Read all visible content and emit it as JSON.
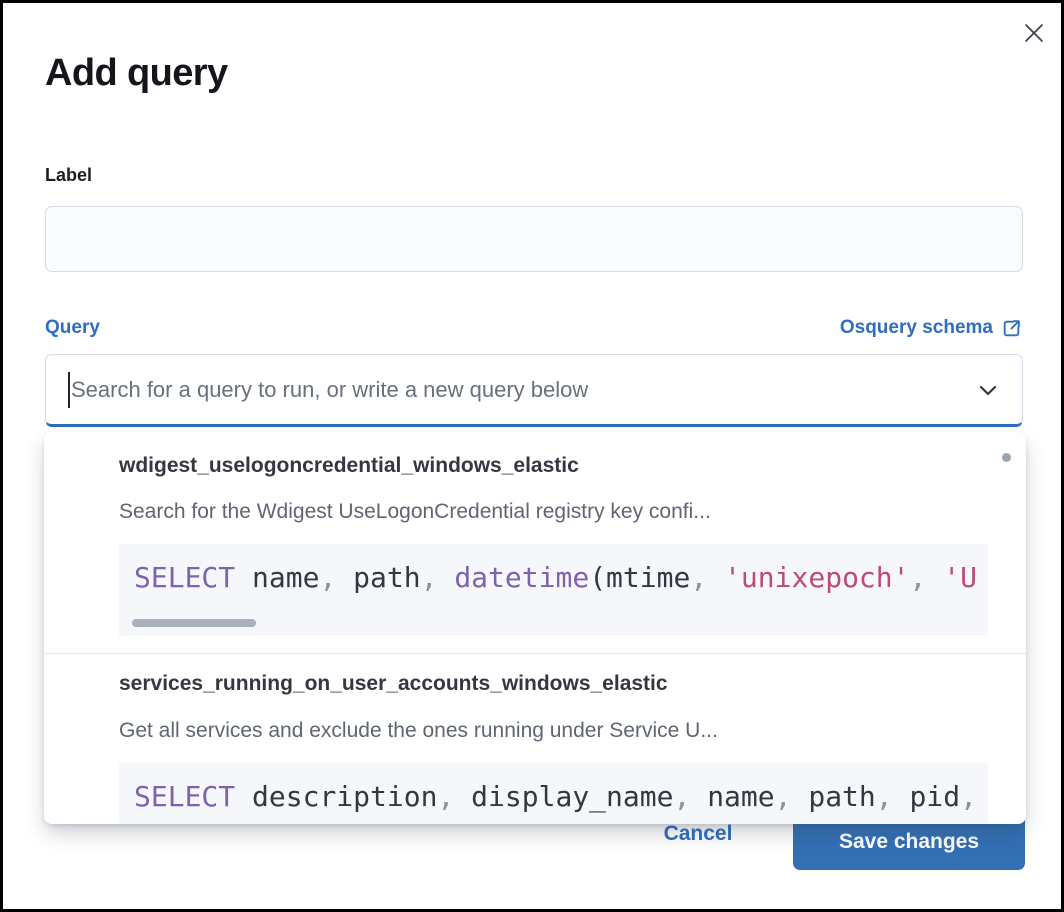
{
  "modal": {
    "title": "Add query"
  },
  "form": {
    "label_field": {
      "label": "Label",
      "value": ""
    },
    "query_field": {
      "label": "Query",
      "schema_link_label": "Osquery schema",
      "placeholder": "Search for a query to run, or write a new query below"
    }
  },
  "dropdown": {
    "options": [
      {
        "title": "wdigest_uselogoncredential_windows_elastic",
        "description": "Search for the Wdigest UseLogonCredential registry key confi...",
        "code": [
          {
            "type": "keyword",
            "text": "SELECT"
          },
          {
            "type": "plain",
            "text": " name"
          },
          {
            "type": "punct",
            "text": ", "
          },
          {
            "type": "plain",
            "text": "path"
          },
          {
            "type": "punct",
            "text": ", "
          },
          {
            "type": "function",
            "text": "datetime"
          },
          {
            "type": "plain",
            "text": "(mtime"
          },
          {
            "type": "punct",
            "text": ", "
          },
          {
            "type": "string",
            "text": "'unixepoch'"
          },
          {
            "type": "punct",
            "text": ", "
          },
          {
            "type": "string",
            "text": "'U"
          }
        ]
      },
      {
        "title": "services_running_on_user_accounts_windows_elastic",
        "description": "Get all services and exclude the ones running under Service U...",
        "code": [
          {
            "type": "keyword",
            "text": "SELECT"
          },
          {
            "type": "plain",
            "text": " description"
          },
          {
            "type": "punct",
            "text": ", "
          },
          {
            "type": "plain",
            "text": "display_name"
          },
          {
            "type": "punct",
            "text": ", "
          },
          {
            "type": "plain",
            "text": "name"
          },
          {
            "type": "punct",
            "text": ", "
          },
          {
            "type": "plain",
            "text": "path"
          },
          {
            "type": "punct",
            "text": ", "
          },
          {
            "type": "plain",
            "text": "pid"
          },
          {
            "type": "punct",
            "text": ","
          }
        ]
      }
    ]
  },
  "footer": {
    "cancel_label": "Cancel",
    "save_label": "Save changes"
  },
  "colors": {
    "accent_blue": "#2f6dc0",
    "button_blue": "#326fb4",
    "code_keyword": "#7e62ab",
    "code_string": "#bd4c74",
    "code_plain": "#343741",
    "code_background": "#f5f7fa"
  }
}
